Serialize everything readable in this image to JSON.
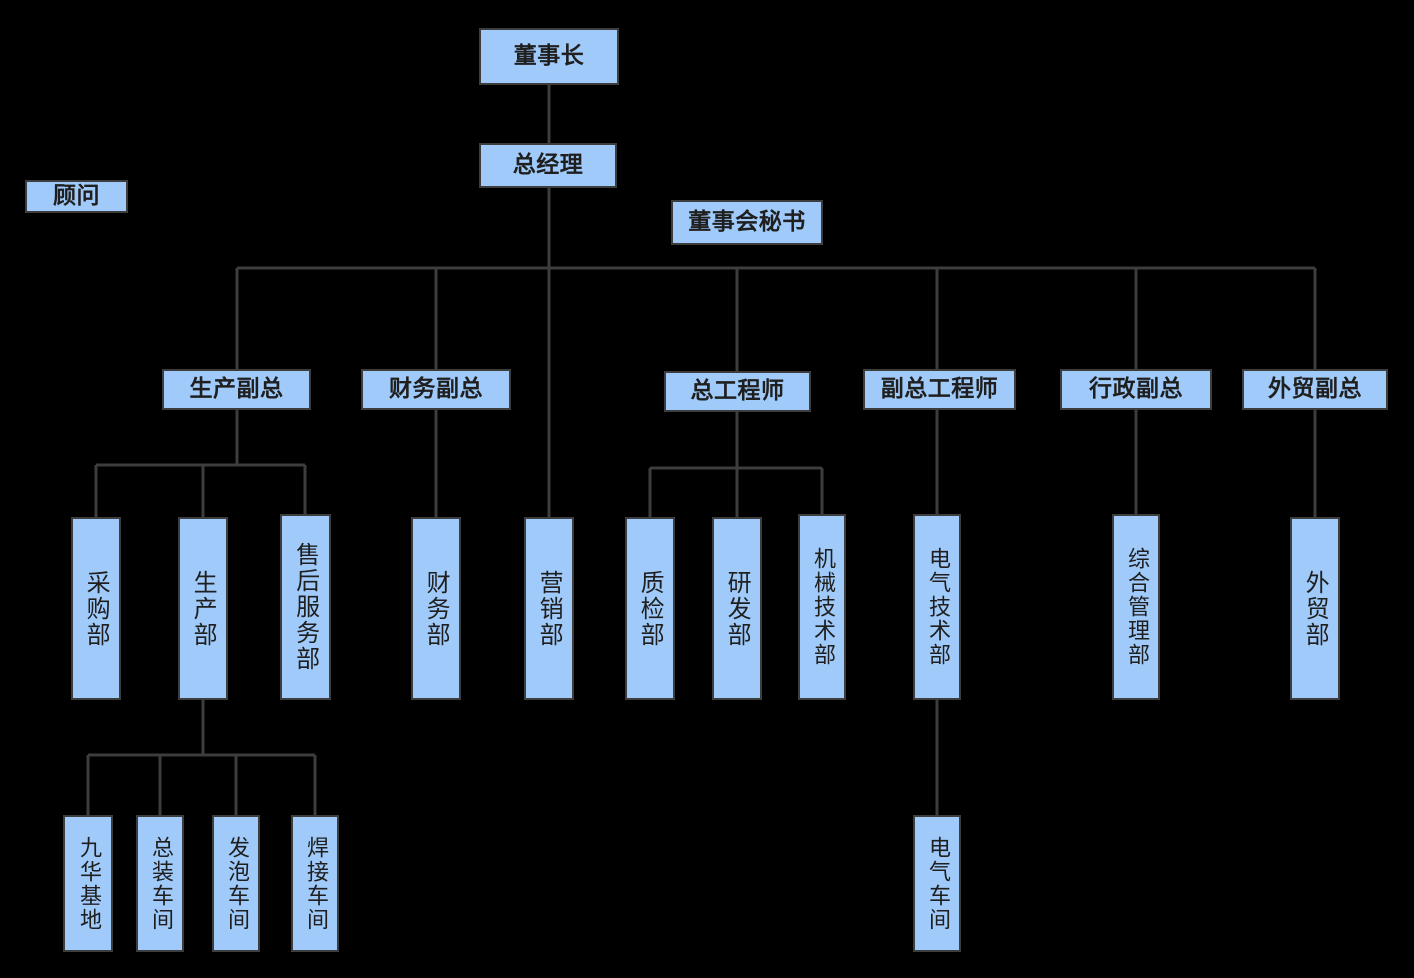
{
  "chart_title": "",
  "style": {
    "background": "#000000",
    "node_fill": "#9fcaf9",
    "node_border": "#3d3d3d",
    "connector": "#3d3d3d",
    "text": "#1f1f1f"
  },
  "nodes": {
    "chairman": {
      "label": "董事长"
    },
    "general_manager": {
      "label": "总经理"
    },
    "board_secretary": {
      "label": "董事会秘书"
    },
    "advisor": {
      "label": "顾问"
    },
    "vp_production": {
      "label": "生产副总"
    },
    "vp_finance": {
      "label": "财务副总"
    },
    "chief_engineer": {
      "label": "总工程师"
    },
    "deputy_chief_engineer": {
      "label": "副总工程师"
    },
    "vp_administration": {
      "label": "行政副总"
    },
    "vp_foreign_trade": {
      "label": "外贸副总"
    },
    "dept_purchasing": {
      "label": "采购部"
    },
    "dept_production": {
      "label": "生产部"
    },
    "dept_after_sales": {
      "label": "售后服务部"
    },
    "dept_finance": {
      "label": "财务部"
    },
    "dept_marketing": {
      "label": "营销部"
    },
    "dept_quality": {
      "label": "质检部"
    },
    "dept_rnd": {
      "label": "研发部"
    },
    "dept_mechanical_tech": {
      "label": "机械技术部"
    },
    "dept_electrical_tech": {
      "label": "电气技术部"
    },
    "dept_general_admin": {
      "label": "综合管理部"
    },
    "dept_foreign_trade": {
      "label": "外贸部"
    },
    "ws_jiuhua_base": {
      "label": "九华基地"
    },
    "ws_final_assembly": {
      "label": "总装车间"
    },
    "ws_foaming": {
      "label": "发泡车间"
    },
    "ws_welding": {
      "label": "焊接车间"
    },
    "ws_electrical": {
      "label": "电气车间"
    }
  },
  "hierarchy": {
    "root": "chairman",
    "edges": [
      {
        "from": "chairman",
        "to": "general_manager"
      },
      {
        "from": "general_manager",
        "to": "vp_production"
      },
      {
        "from": "general_manager",
        "to": "vp_finance"
      },
      {
        "from": "general_manager",
        "to": "dept_marketing"
      },
      {
        "from": "general_manager",
        "to": "chief_engineer"
      },
      {
        "from": "general_manager",
        "to": "deputy_chief_engineer"
      },
      {
        "from": "general_manager",
        "to": "vp_administration"
      },
      {
        "from": "general_manager",
        "to": "vp_foreign_trade"
      },
      {
        "from": "vp_production",
        "to": "dept_purchasing"
      },
      {
        "from": "vp_production",
        "to": "dept_production"
      },
      {
        "from": "vp_production",
        "to": "dept_after_sales"
      },
      {
        "from": "vp_finance",
        "to": "dept_finance"
      },
      {
        "from": "chief_engineer",
        "to": "dept_quality"
      },
      {
        "from": "chief_engineer",
        "to": "dept_rnd"
      },
      {
        "from": "chief_engineer",
        "to": "dept_mechanical_tech"
      },
      {
        "from": "deputy_chief_engineer",
        "to": "dept_electrical_tech"
      },
      {
        "from": "vp_administration",
        "to": "dept_general_admin"
      },
      {
        "from": "vp_foreign_trade",
        "to": "dept_foreign_trade"
      },
      {
        "from": "dept_production",
        "to": "ws_jiuhua_base"
      },
      {
        "from": "dept_production",
        "to": "ws_final_assembly"
      },
      {
        "from": "dept_production",
        "to": "ws_foaming"
      },
      {
        "from": "dept_production",
        "to": "ws_welding"
      },
      {
        "from": "dept_electrical_tech",
        "to": "ws_electrical"
      }
    ]
  }
}
